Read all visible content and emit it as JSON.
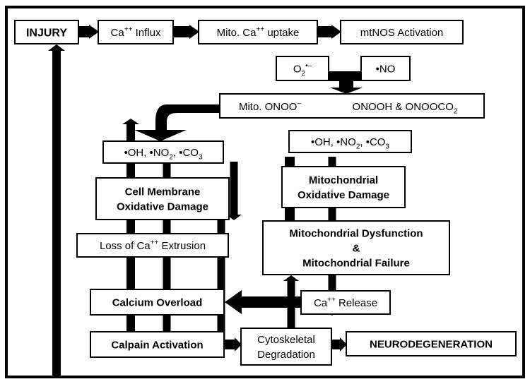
{
  "colors": {
    "ink": "#000000",
    "background": "#ffffff"
  },
  "nodes": [
    {
      "id": "injury",
      "bold": true,
      "lines": [
        [
          {
            "t": "INJURY"
          }
        ]
      ]
    },
    {
      "id": "ca-influx",
      "lines": [
        [
          {
            "t": "Ca"
          },
          {
            "t": "++",
            "s": "sup"
          },
          {
            "t": " Influx"
          }
        ]
      ]
    },
    {
      "id": "mito-ca-uptake",
      "lines": [
        [
          {
            "t": "Mito. Ca"
          },
          {
            "t": "++",
            "s": "sup"
          },
          {
            "t": " uptake"
          }
        ]
      ]
    },
    {
      "id": "mtnos-activation",
      "lines": [
        [
          {
            "t": "mtNOS Activation"
          }
        ]
      ]
    },
    {
      "id": "superoxide",
      "lines": [
        [
          {
            "t": "O"
          },
          {
            "t": "2",
            "s": "sub"
          },
          {
            "t": "•–",
            "s": "sup"
          }
        ]
      ]
    },
    {
      "id": "nitric-oxide",
      "lines": [
        [
          {
            "t": "•NO"
          }
        ]
      ]
    },
    {
      "id": "mito-onoo",
      "lines": [
        [
          {
            "t": "Mito. ONOO"
          },
          {
            "t": "–",
            "s": "sup"
          }
        ]
      ]
    },
    {
      "id": "onooh-onoooco2",
      "lines": [
        [
          {
            "t": "ONOOH & ONOOCO"
          },
          {
            "t": "2",
            "s": "sub"
          }
        ]
      ]
    },
    {
      "id": "radicals-left",
      "lines": [
        [
          {
            "t": "•OH, •NO"
          },
          {
            "t": "2",
            "s": "sub"
          },
          {
            "t": ", •CO"
          },
          {
            "t": "3",
            "s": "sub"
          }
        ]
      ]
    },
    {
      "id": "radicals-right",
      "lines": [
        [
          {
            "t": "•OH, •NO"
          },
          {
            "t": "2",
            "s": "sub"
          },
          {
            "t": ", •CO"
          },
          {
            "t": "3",
            "s": "sub"
          }
        ]
      ]
    },
    {
      "id": "cell-membrane-damage",
      "bold": true,
      "lines": [
        [
          {
            "t": "Cell Membrane"
          }
        ],
        [
          {
            "t": "Oxidative Damage"
          }
        ]
      ]
    },
    {
      "id": "mito-oxidative-damage",
      "bold": true,
      "lines": [
        [
          {
            "t": "Mitochondrial"
          }
        ],
        [
          {
            "t": "Oxidative Damage"
          }
        ]
      ]
    },
    {
      "id": "loss-ca-extrusion",
      "lines": [
        [
          {
            "t": "Loss of Ca"
          },
          {
            "t": "++",
            "s": "sup"
          },
          {
            "t": " Extrusion"
          }
        ]
      ]
    },
    {
      "id": "mito-dysfunction-failure",
      "bold": true,
      "lines": [
        [
          {
            "t": "Mitochondrial Dysfunction"
          }
        ],
        [
          {
            "t": "&"
          }
        ],
        [
          {
            "t": "Mitochondrial Failure"
          }
        ]
      ]
    },
    {
      "id": "calcium-overload",
      "bold": true,
      "lines": [
        [
          {
            "t": "Calcium Overload"
          }
        ]
      ]
    },
    {
      "id": "ca-release",
      "lines": [
        [
          {
            "t": "Ca"
          },
          {
            "t": "++",
            "s": "sup"
          },
          {
            "t": " Release"
          }
        ]
      ]
    },
    {
      "id": "calpain-activation",
      "bold": true,
      "lines": [
        [
          {
            "t": "Calpain Activation"
          }
        ]
      ]
    },
    {
      "id": "cytoskeletal-degradation",
      "lines": [
        [
          {
            "t": "Cytoskeletal"
          }
        ],
        [
          {
            "t": "Degradation"
          }
        ]
      ]
    },
    {
      "id": "neurodegeneration",
      "bold": true,
      "lines": [
        [
          {
            "t": "NEURODEGENERATION"
          }
        ]
      ]
    }
  ],
  "edges": [
    {
      "from": "injury",
      "to": "ca-influx"
    },
    {
      "from": "ca-influx",
      "to": "mito-ca-uptake"
    },
    {
      "from": "mito-ca-uptake",
      "to": "mtnos-activation"
    },
    {
      "from": "mito-ca-uptake",
      "to": "superoxide"
    },
    {
      "from": "mtnos-activation",
      "to": "nitric-oxide"
    },
    {
      "from": "superoxide",
      "to": "mito-onoo"
    },
    {
      "from": "nitric-oxide",
      "to": "mito-onoo"
    },
    {
      "from": "mito-onoo",
      "to": "onooh-onoooco2"
    },
    {
      "from": "mito-onoo",
      "to": "radicals-left"
    },
    {
      "from": "onooh-onoooco2",
      "to": "radicals-right"
    },
    {
      "from": "radicals-left",
      "to": "cell-membrane-damage"
    },
    {
      "from": "radicals-right",
      "to": "mito-oxidative-damage"
    },
    {
      "from": "cell-membrane-damage",
      "to": "loss-ca-extrusion"
    },
    {
      "from": "mito-oxidative-damage",
      "to": "mito-dysfunction-failure"
    },
    {
      "from": "loss-ca-extrusion",
      "to": "calcium-overload"
    },
    {
      "from": "mito-dysfunction-failure",
      "to": "ca-release"
    },
    {
      "from": "ca-release",
      "to": "calcium-overload"
    },
    {
      "from": "calcium-overload",
      "to": "calpain-activation"
    },
    {
      "from": "calpain-activation",
      "to": "cytoskeletal-degradation"
    },
    {
      "from": "cytoskeletal-degradation",
      "to": "neurodegeneration"
    }
  ]
}
